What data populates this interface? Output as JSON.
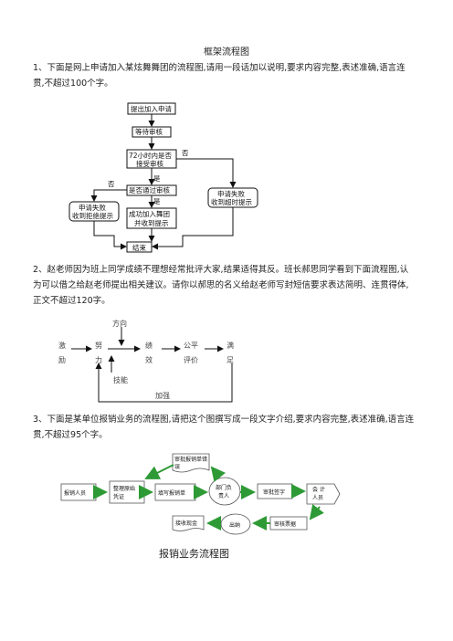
{
  "doc_title": "框架流程图",
  "q1": {
    "text": "1、下面是网上申请加入某炫舞舞团的流程图,请用一段话加以说明,要求内容完整,表述准确,语言连贯,不超过100个字。",
    "flow": {
      "submit": "提出加入申请",
      "wait": "等待审核",
      "check72_l1": "72小时内是否",
      "check72_l2": "接受审核",
      "pass": "是否通过审核",
      "fail_l1": "申请失败",
      "fail_l2": "收到拒绝提示",
      "fail2_l1": "申请失败",
      "fail2_l2": "收到超时提示",
      "success_l1": "成功加入舞团",
      "success_l2": "并收到提示",
      "end": "结束",
      "no": "否",
      "yes": "是"
    }
  },
  "q2": {
    "text": "2、赵老师因为班上同学成绩不理想经常批评大家,结果适得其反。班长郝思同学看到下面流程图,认为可以借之给赵老师提出相关建议。请你以郝思的名义给赵老师写封短信要求表达简明、连贯得体,正文不超过120字。",
    "diagram": {
      "direction": "方向",
      "motivation_1": "激",
      "motivation_2": "励",
      "effort_1": "努",
      "effort_2": "力",
      "perf_1": "绩",
      "perf_2": "效",
      "eval_1": "公平",
      "eval_2": "评价",
      "satis_1": "满",
      "satis_2": "足",
      "skill": "技能",
      "strengthen": "加强"
    }
  },
  "q3": {
    "text": "3、下面是某单位报销业务的流程图,请把这个图撰写成一段文字介绍,要求内容完整,表述准确,语言连贯,不超过95个字。",
    "flow": {
      "applicant": "报销人员",
      "organize_l1": "整理原始",
      "organize_l2": "凭证",
      "fill": "填写报销单",
      "dept_l1": "部门负",
      "dept_l2": "责人",
      "approve": "审批签字",
      "acct_l1": "会 计",
      "acct_l2": "人员",
      "review": "审核票据",
      "cashier": "出纳",
      "receive": "接收现金",
      "objection_l1": "审批报销单错",
      "objection_l2": "误"
    },
    "caption": "报销业务流程图"
  }
}
